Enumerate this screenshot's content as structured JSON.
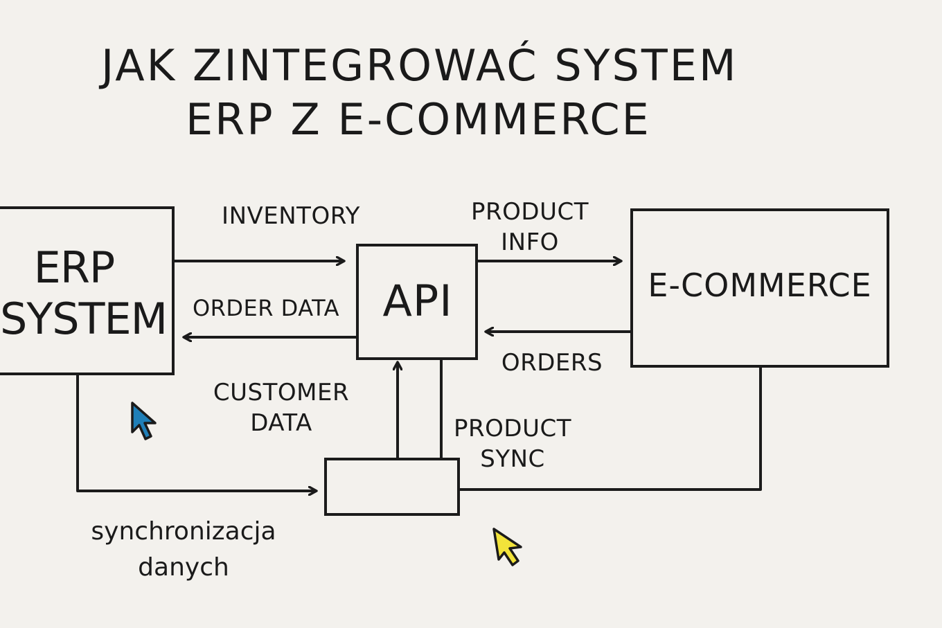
{
  "title": {
    "line1": "JAK ZINTEGROWAĆ SYSTEM",
    "line2": "ERP Z E-COMMERCE"
  },
  "nodes": {
    "erp": {
      "line1": "ERP",
      "line2": "SYSTEM"
    },
    "api": {
      "label": "API"
    },
    "ecommerce": {
      "label": "E-COMMERCE"
    },
    "sync_box": {
      "label": ""
    }
  },
  "flows": {
    "inventory": "INVENTORY",
    "order_data": "ORDER DATA",
    "product_info": {
      "line1": "PRODUCT",
      "line2": "INFO"
    },
    "orders": "ORDERS",
    "customer_data": {
      "line1": "CUSTOMER",
      "line2": "DATA"
    },
    "product_sync": {
      "line1": "PRODUCT",
      "line2": "SYNC"
    },
    "data_sync": {
      "line1": "synchronizacja",
      "line2": "danych"
    }
  },
  "cursors": [
    {
      "name": "blue-pointer-cursor",
      "color": "#1f7fb8"
    },
    {
      "name": "yellow-pointer-cursor",
      "color": "#f2e33a"
    }
  ],
  "colors": {
    "background": "#f3f1ed",
    "ink": "#1b1b1b"
  }
}
